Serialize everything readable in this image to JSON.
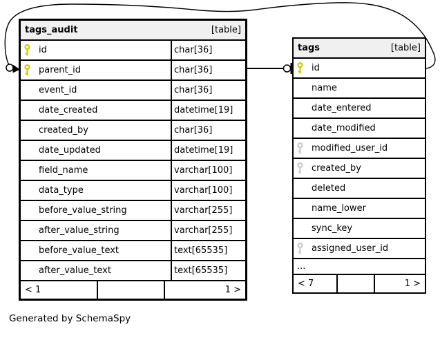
{
  "caption": "Generated by SchemaSpy",
  "tables": [
    {
      "name": "tags_audit",
      "tag": "[table]",
      "columns": [
        {
          "name": "id",
          "type": "char[36]",
          "key": "pk"
        },
        {
          "name": "parent_id",
          "type": "char[36]",
          "key": "pk"
        },
        {
          "name": "event_id",
          "type": "char[36]",
          "key": ""
        },
        {
          "name": "date_created",
          "type": "datetime[19]",
          "key": ""
        },
        {
          "name": "created_by",
          "type": "char[36]",
          "key": ""
        },
        {
          "name": "date_updated",
          "type": "datetime[19]",
          "key": ""
        },
        {
          "name": "field_name",
          "type": "varchar[100]",
          "key": ""
        },
        {
          "name": "data_type",
          "type": "varchar[100]",
          "key": ""
        },
        {
          "name": "before_value_string",
          "type": "varchar[255]",
          "key": ""
        },
        {
          "name": "after_value_string",
          "type": "varchar[255]",
          "key": ""
        },
        {
          "name": "before_value_text",
          "type": "text[65535]",
          "key": ""
        },
        {
          "name": "after_value_text",
          "type": "text[65535]",
          "key": ""
        }
      ],
      "footer": {
        "left": "< 1",
        "right": "1 >"
      }
    },
    {
      "name": "tags",
      "tag": "[table]",
      "columns": [
        {
          "name": "id",
          "key": "pk"
        },
        {
          "name": "name",
          "key": ""
        },
        {
          "name": "date_entered",
          "key": ""
        },
        {
          "name": "date_modified",
          "key": ""
        },
        {
          "name": "modified_user_id",
          "key": "fk"
        },
        {
          "name": "created_by",
          "key": "fk"
        },
        {
          "name": "deleted",
          "key": ""
        },
        {
          "name": "name_lower",
          "key": ""
        },
        {
          "name": "sync_key",
          "key": ""
        },
        {
          "name": "assigned_user_id",
          "key": "fk"
        }
      ],
      "ellipsis": "...",
      "footer": {
        "left": "< 7",
        "right": "1 >"
      }
    }
  ],
  "relationship": {
    "from": "tags_audit.parent_id",
    "to": "tags.id"
  },
  "colors": {
    "pk_key": "#cccc00",
    "fk_key": "#c9c9c9",
    "header_bg": "#f0f0f0",
    "border": "#000000"
  }
}
